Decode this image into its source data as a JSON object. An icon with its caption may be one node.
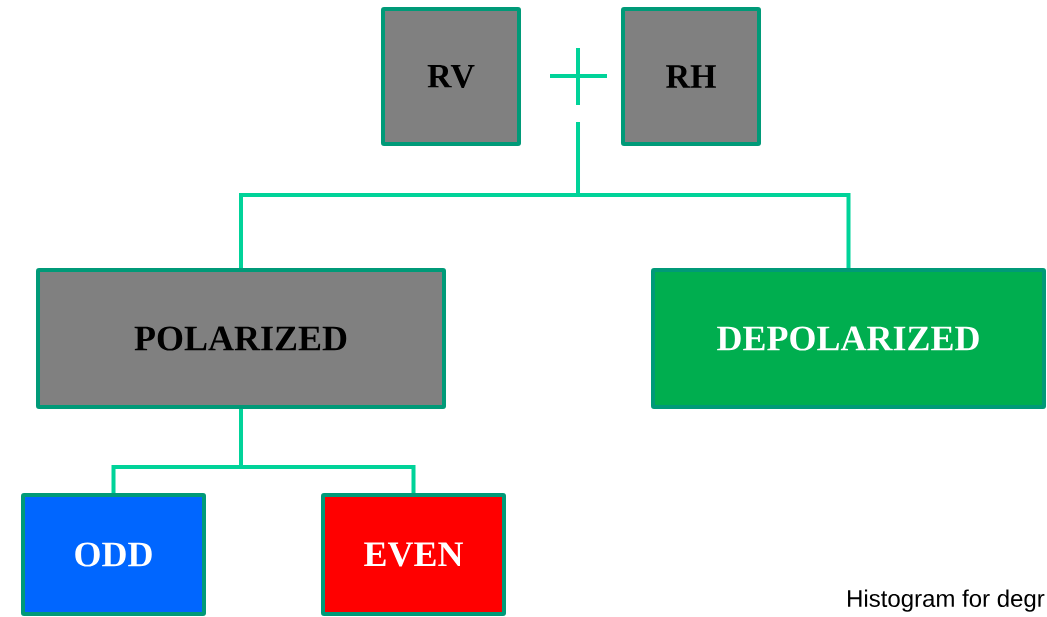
{
  "diagram": {
    "nodes": [
      {
        "text": [
          "RV"
        ]
      },
      {
        "text": [
          "RH"
        ]
      },
      {
        "text": [
          "POLARIZED"
        ]
      },
      {
        "text": [
          "DEPOLARIZED"
        ]
      },
      {
        "text": [
          "ODD"
        ]
      },
      {
        "text": [
          "EVEN"
        ]
      }
    ],
    "edges": [
      {
        "from": null,
        "to": 2,
        "arrow": "none"
      },
      {
        "from": null,
        "to": 3,
        "arrow": "none"
      },
      {
        "from": 2,
        "to": 4,
        "arrow": "none"
      },
      {
        "from": 2,
        "to": 5,
        "arrow": "none"
      }
    ],
    "labels": [
      "Histogram for degr"
    ]
  }
}
